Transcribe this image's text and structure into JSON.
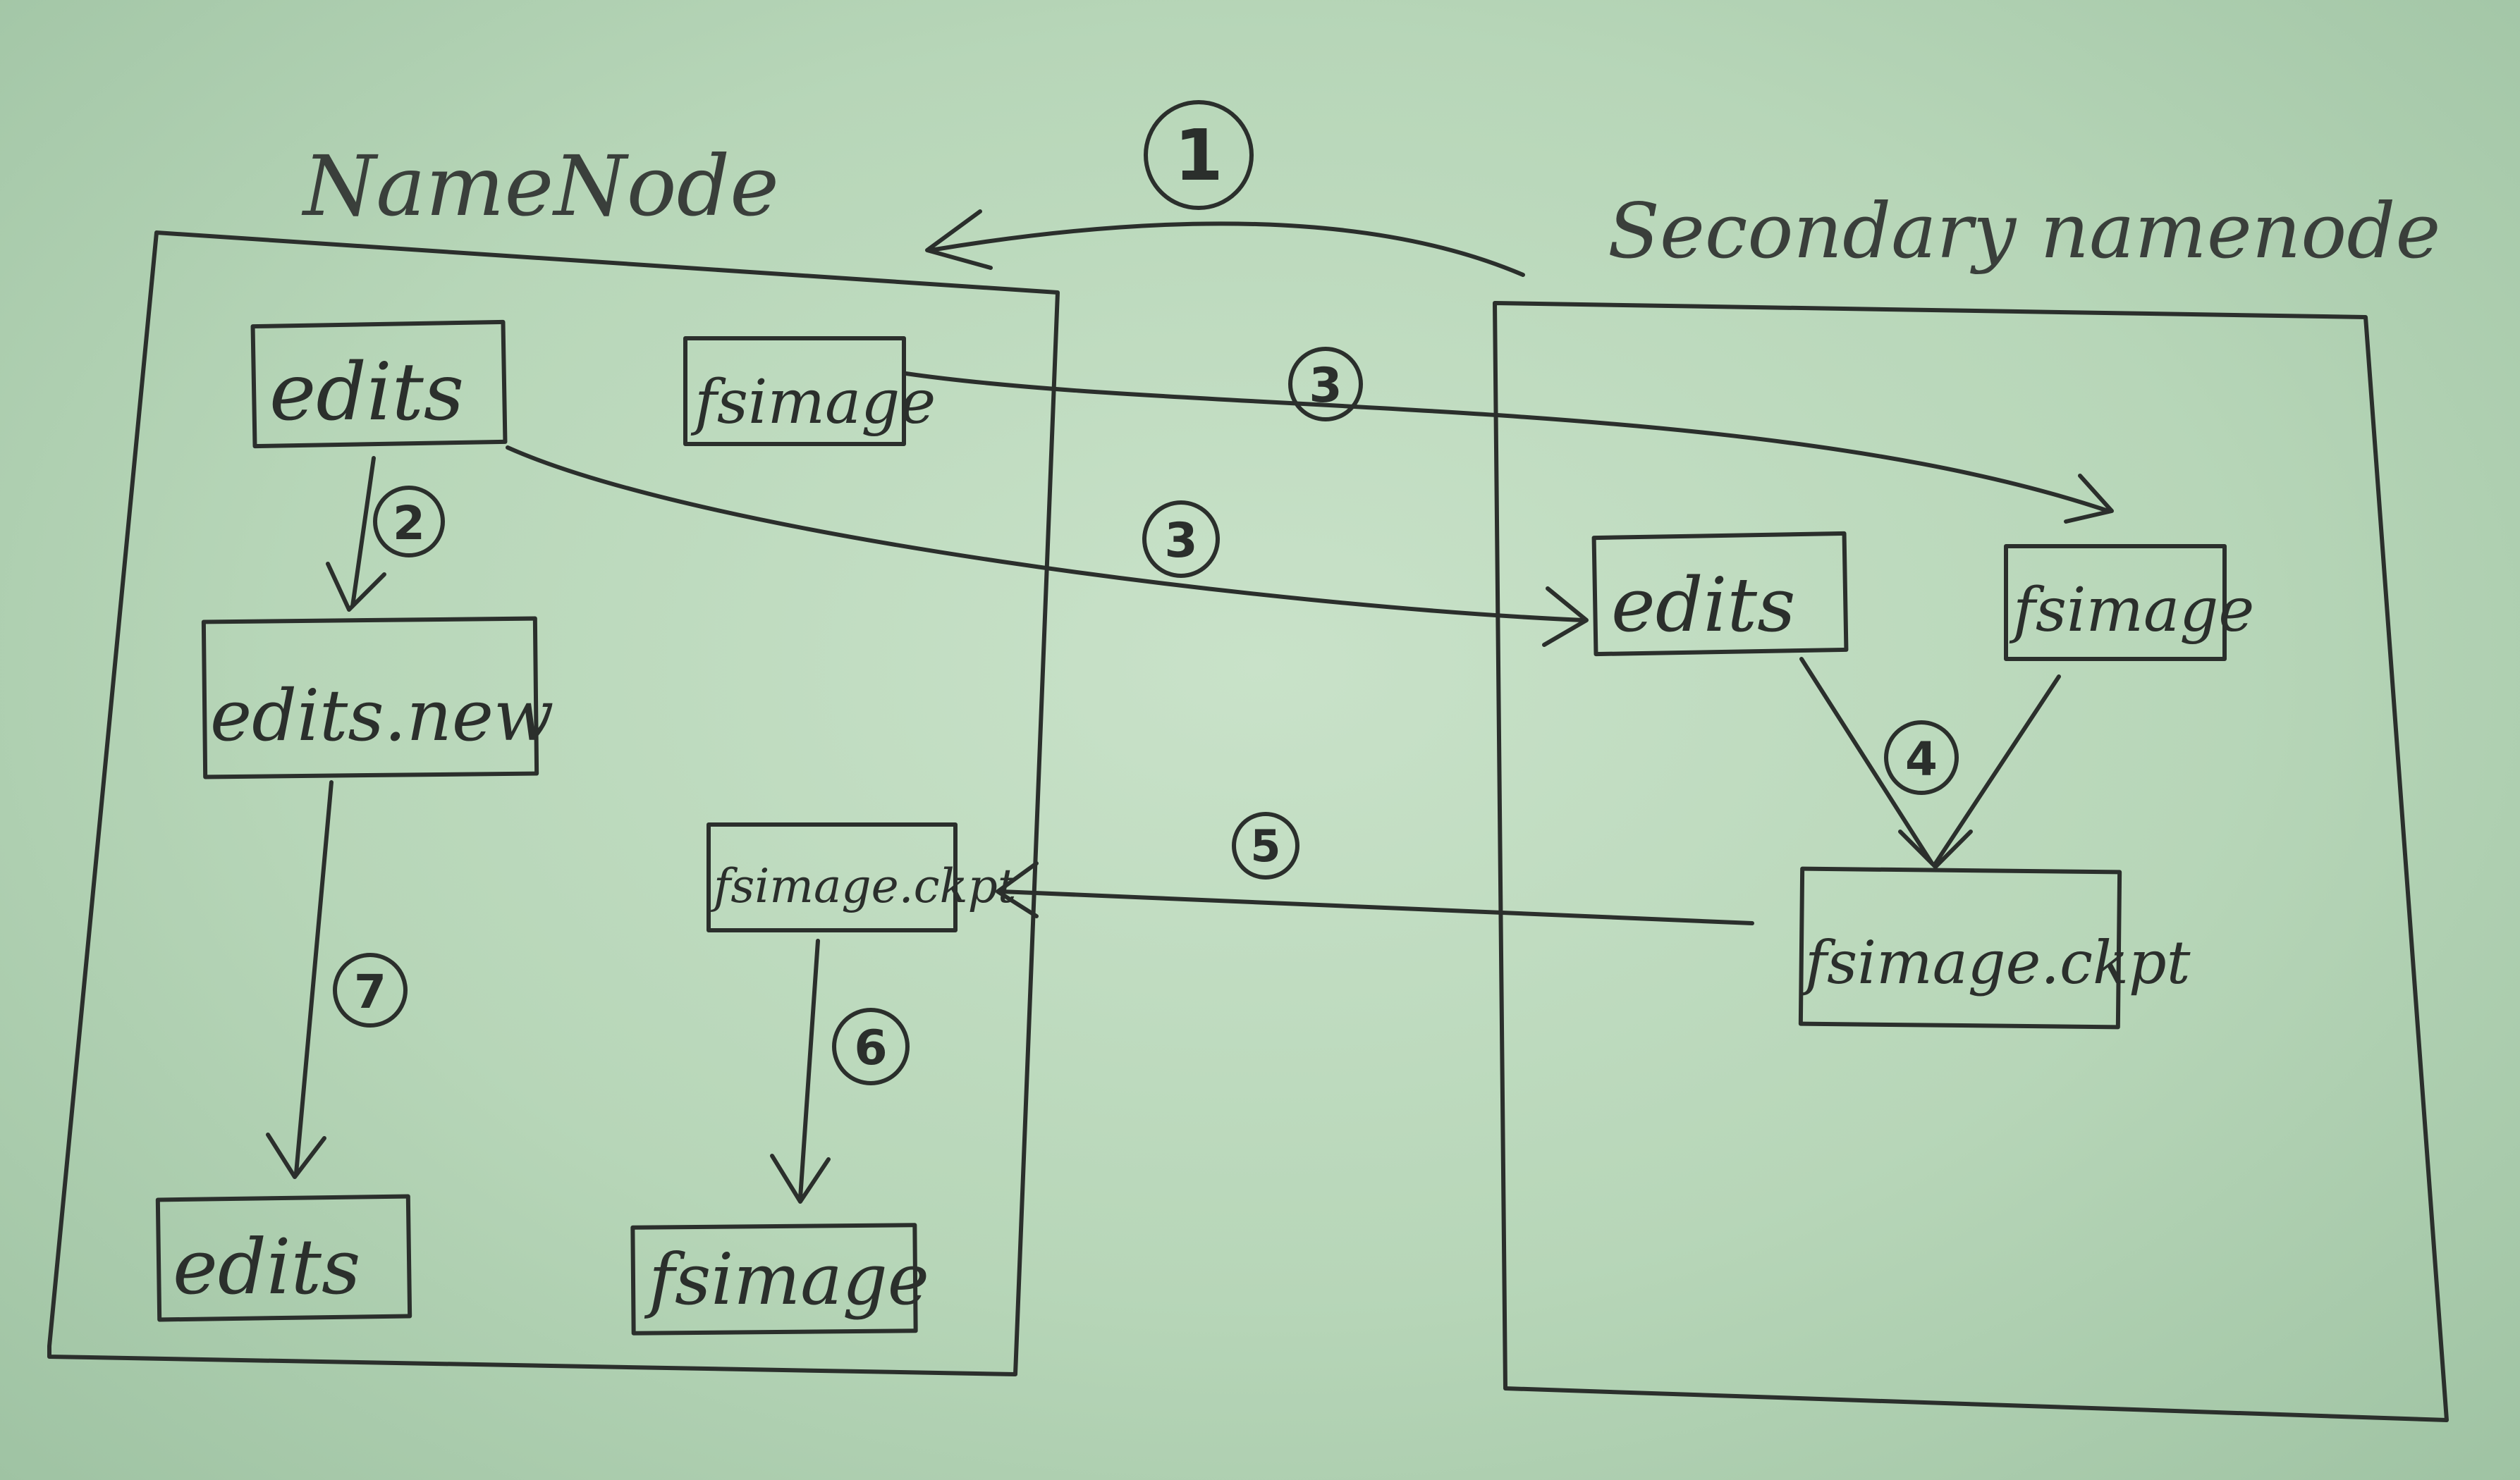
{
  "diagram": {
    "ink_color": "#2b2f2c",
    "paper_color": "#b7d6b8",
    "namenode": {
      "title": "NameNode",
      "boxes": {
        "edits_top": "edits",
        "fsimage_top": "fsimage",
        "edits_new": "edits.new",
        "fsimage_ckpt": "fsimage.ckpt",
        "edits_bottom": "edits",
        "fsimage_bottom": "fsimage"
      }
    },
    "secondary": {
      "title": "Secondary namenode",
      "boxes": {
        "edits": "edits",
        "fsimage": "fsimage",
        "fsimage_ckpt": "fsimage.ckpt"
      }
    },
    "steps": {
      "s1": "1",
      "s2": "2",
      "s3a": "3",
      "s3b": "3",
      "s4": "4",
      "s5": "5",
      "s6": "6",
      "s7": "7"
    }
  }
}
